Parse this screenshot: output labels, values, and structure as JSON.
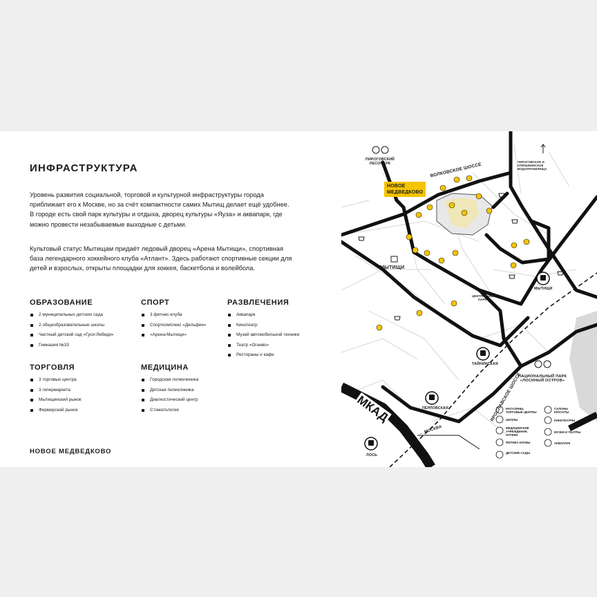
{
  "page": {
    "title": "ИНФРАСТРУКТУРА",
    "paragraph1": "Уровень развития социальной, торговой и культурной инфраструктуры города приближает его к Москве, но за счёт компактности самих Мытищ делает ещё удобнее. В городе есть свой парк культуры и отдыха, дворец культуры «Яуза» и аквапарк, где можно провести незабываемые выходные с детьми.",
    "paragraph2": "Культовый статус Мытищам придаёт ледовый дворец «Арена Мытищи», спортивная база легендарного хоккейного клуба «Атлант». Здесь работают спортивные секции для детей и взрослых, открыты площадки для хоккея, баскетбола и волейбола.",
    "footer": "НОВОЕ МЕДВЕДКОВО"
  },
  "categories": [
    {
      "title": "ОБРАЗОВАНИЕ",
      "items": [
        "2 муниципальных детских сада",
        "2 общеобразовательные школы",
        "Частный детский сад «Гуси-Лебеди»",
        "Гимназия №33"
      ]
    },
    {
      "title": "СПОРТ",
      "items": [
        "3 фитнес-клуба",
        "Спорткомплекс «Дельфин»",
        "«Арена-Мытищи»"
      ]
    },
    {
      "title": "РАЗВЛЕЧЕНИЯ",
      "items": [
        "Аквапарк",
        "Кинотеатр",
        "Музей автомобильной техники",
        "Театр «Огниво»",
        "Рестораны и кафе"
      ]
    },
    {
      "title": "ТОРГОВЛЯ",
      "items": [
        "3 торговых центра",
        "3 гипермаркета",
        "Мытищинский рынок",
        "Фермерский рынок"
      ]
    },
    {
      "title": "МЕДИЦИНА",
      "items": [
        "Городская поликлиника",
        "Детская поликлиника",
        "Диагностический центр",
        "Стоматология"
      ]
    }
  ],
  "map": {
    "project_label_line1": "НОВОЕ",
    "project_label_line2": "МЕДВЕДКОВО",
    "pirogovsky_park": "ПИРОГОВСКИЙ ЛЕСОПАРК",
    "volkovskoe": "ВОЛКОВСКОЕ ШОССЕ",
    "reservoir": "ПИРОГОВСКОЕ И КЛЯЗЬМИНСКОЕ ВОДОХРАНИЛИЩА",
    "city": "МЫТИЩИ",
    "station_mytishchi": "МЫТИЩИ",
    "central_park": "ЦЕНТРАЛЬНЫЙ ПАРК",
    "station_tayninskaya": "ТАЙНИНСКАЯ",
    "national_park": "НАЦИОНАЛЬНЫЙ ПАРК «ЛОСИНЫЙ ОСТРОВ»",
    "yaroslavskoe": "ЯРОСЛАВСКОЕ ШОССЕ",
    "station_perlovskaya": "ПЕРЛОВСКАЯ",
    "mkad": "МКАД",
    "to_moscow": "← МОСКВА",
    "station_los": "ЛОСЬ",
    "accent_color": "#f5c400",
    "legend": [
      {
        "icon": "cart-icon",
        "label": "МАГАЗИНЫ, ТОРГОВЫЕ ЦЕНТРЫ"
      },
      {
        "icon": "beauty-icon",
        "label": "САЛОНЫ КРАСОТЫ"
      },
      {
        "icon": "school-icon",
        "label": "ШКОЛЫ"
      },
      {
        "icon": "cinema-icon",
        "label": "КИНОТЕАТРЫ"
      },
      {
        "icon": "medical-icon",
        "label": "МЕДИЦИНСКИЕ УЧРЕЖДЕНИЯ, АПТЕКИ"
      },
      {
        "icon": "theatre-icon",
        "label": "МУЗЕИ И ТЕАТРЫ"
      },
      {
        "icon": "fitness-icon",
        "label": "ФИТНЕС-КЛУБЫ"
      },
      {
        "icon": "aquapark-icon",
        "label": "АКВАПАРК"
      },
      {
        "icon": "kindergarten-icon",
        "label": "ДЕТСКИЕ САДЫ"
      }
    ]
  }
}
